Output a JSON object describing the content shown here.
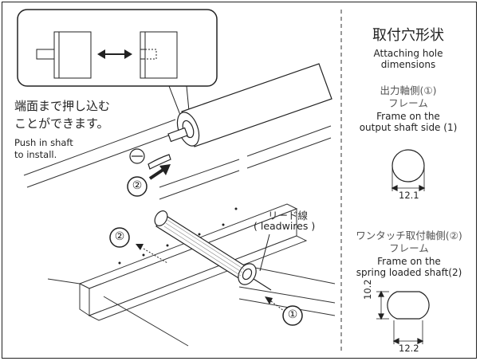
{
  "left": {
    "callout_jp_line1": "端面まで押し込む",
    "callout_jp_line2": "ことができます。",
    "callout_en_line1": "Push in shaft",
    "callout_en_line2": "to install.",
    "step_two": "②",
    "leadwires_jp": "リード線",
    "leadwires_en": "( leadwires )",
    "step_one": "①"
  },
  "right": {
    "title_jp": "取付穴形状",
    "title_en_line1": "Attaching hole",
    "title_en_line2": "dimensions",
    "output_jp_line1": "出力軸側(①)",
    "output_jp_line2": "フレーム",
    "output_en_line1": "Frame on the",
    "output_en_line2": "output shaft side (1)",
    "output_dim": "12.1",
    "spring_jp_line1": "ワンタッチ取付軸側(②)",
    "spring_jp_line2": "フレーム",
    "spring_en_line1": "Frame on the",
    "spring_en_line2": "spring loaded shaft(2)",
    "spring_dim_height": "10.2",
    "spring_dim_width": "12.2"
  }
}
